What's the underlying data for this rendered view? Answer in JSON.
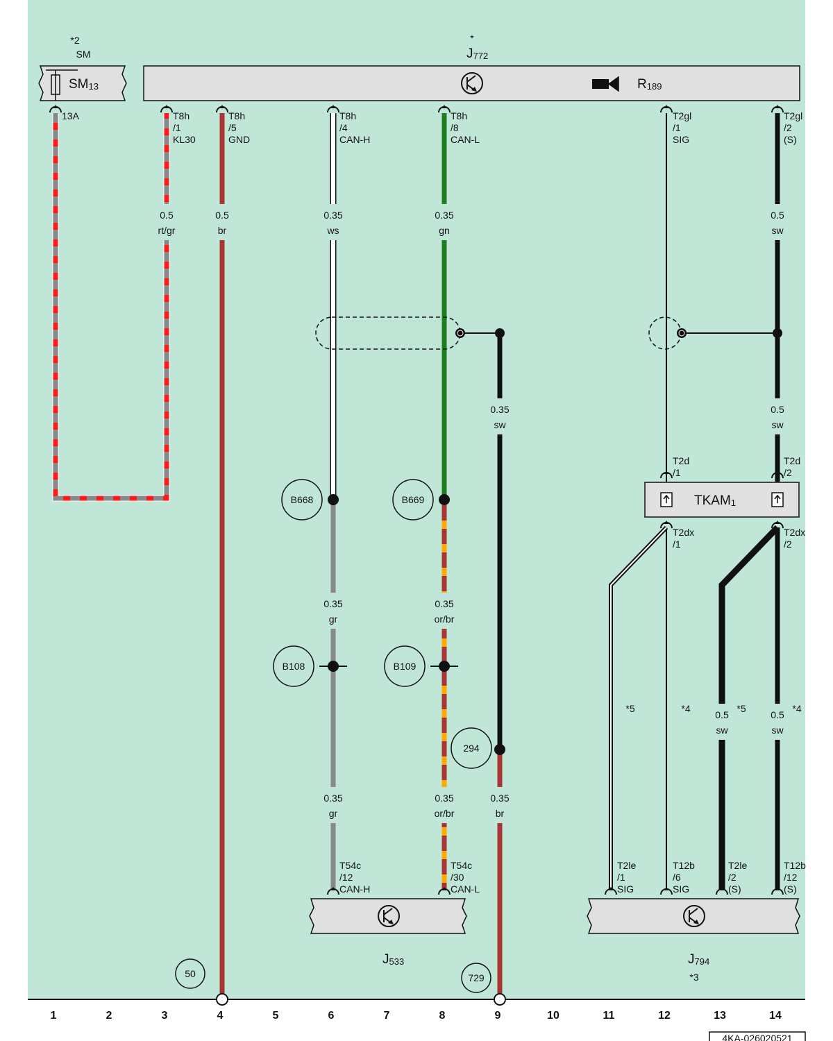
{
  "colors": {
    "background": "#c0e6d8",
    "component_fill": "#e0e0e0",
    "red": "#ff1a1a",
    "grey": "#888888",
    "brown": "#aa3333",
    "green": "#1e7d1e",
    "black": "#111111",
    "white": "#ffffff",
    "orange": "#ffaa00"
  },
  "components": {
    "sm": {
      "footnote": "*2",
      "group": "SM",
      "name": "SM",
      "sub": "13",
      "pin": "13A"
    },
    "j772": {
      "footnote": "*",
      "name": "J",
      "sub": "772"
    },
    "r189": {
      "name": "R",
      "sub": "189"
    },
    "tkam": {
      "name": "TKAM",
      "sub": "1"
    },
    "j533": {
      "name": "J",
      "sub": "533"
    },
    "j794": {
      "name": "J",
      "sub": "794",
      "footnote": "*3"
    }
  },
  "top_pins": [
    {
      "conn": "T8h",
      "pin": "/1",
      "sig": "KL30"
    },
    {
      "conn": "T8h",
      "pin": "/5",
      "sig": "GND"
    },
    {
      "conn": "T8h",
      "pin": "/4",
      "sig": "CAN-H"
    },
    {
      "conn": "T8h",
      "pin": "/8",
      "sig": "CAN-L"
    },
    {
      "conn": "T2gl",
      "pin": "/1",
      "sig": "SIG"
    },
    {
      "conn": "T2gl",
      "pin": "/2",
      "sig": "(S)"
    }
  ],
  "tkam_pins": [
    {
      "conn": "T2d",
      "pin": "/1"
    },
    {
      "conn": "T2d",
      "pin": "/2"
    },
    {
      "conn": "T2dx",
      "pin": "/1"
    },
    {
      "conn": "T2dx",
      "pin": "/2"
    }
  ],
  "bottom_pins": [
    {
      "conn": "T54c",
      "pin": "/12",
      "sig": "CAN-H"
    },
    {
      "conn": "T54c",
      "pin": "/30",
      "sig": "CAN-L"
    },
    {
      "conn": "T2le",
      "pin": "/1",
      "sig": "SIG"
    },
    {
      "conn": "T12b",
      "pin": "/6",
      "sig": "SIG"
    },
    {
      "conn": "T2le",
      "pin": "/2",
      "sig": "(S)"
    },
    {
      "conn": "T12b",
      "pin": "/12",
      "sig": "(S)"
    }
  ],
  "wire_labels": [
    {
      "size": "0.5",
      "color": "rt/gr"
    },
    {
      "size": "0.5",
      "color": "br"
    },
    {
      "size": "0.35",
      "color": "ws"
    },
    {
      "size": "0.35",
      "color": "gn"
    },
    {
      "size": "0.5",
      "color": "sw"
    },
    {
      "size": "0.35",
      "color": "sw"
    },
    {
      "size": "0.5",
      "color": "sw"
    },
    {
      "size": "0.35",
      "color": "gr"
    },
    {
      "size": "0.35",
      "color": "or/br"
    },
    {
      "size": "0.5",
      "color": "sw"
    },
    {
      "size": "0.5",
      "color": "sw"
    },
    {
      "size": "0.35",
      "color": "gr"
    },
    {
      "size": "0.35",
      "color": "or/br"
    },
    {
      "size": "0.35",
      "color": "br"
    }
  ],
  "footnotes": [
    "*5",
    "*4",
    "*5",
    "*4"
  ],
  "splices": [
    "B668",
    "B669",
    "B108",
    "B109"
  ],
  "ground_points": [
    "294",
    "50",
    "729"
  ],
  "columns": [
    "1",
    "2",
    "3",
    "4",
    "5",
    "6",
    "7",
    "8",
    "9",
    "10",
    "11",
    "12",
    "13",
    "14"
  ],
  "drawing_code": "4KA-026020521"
}
